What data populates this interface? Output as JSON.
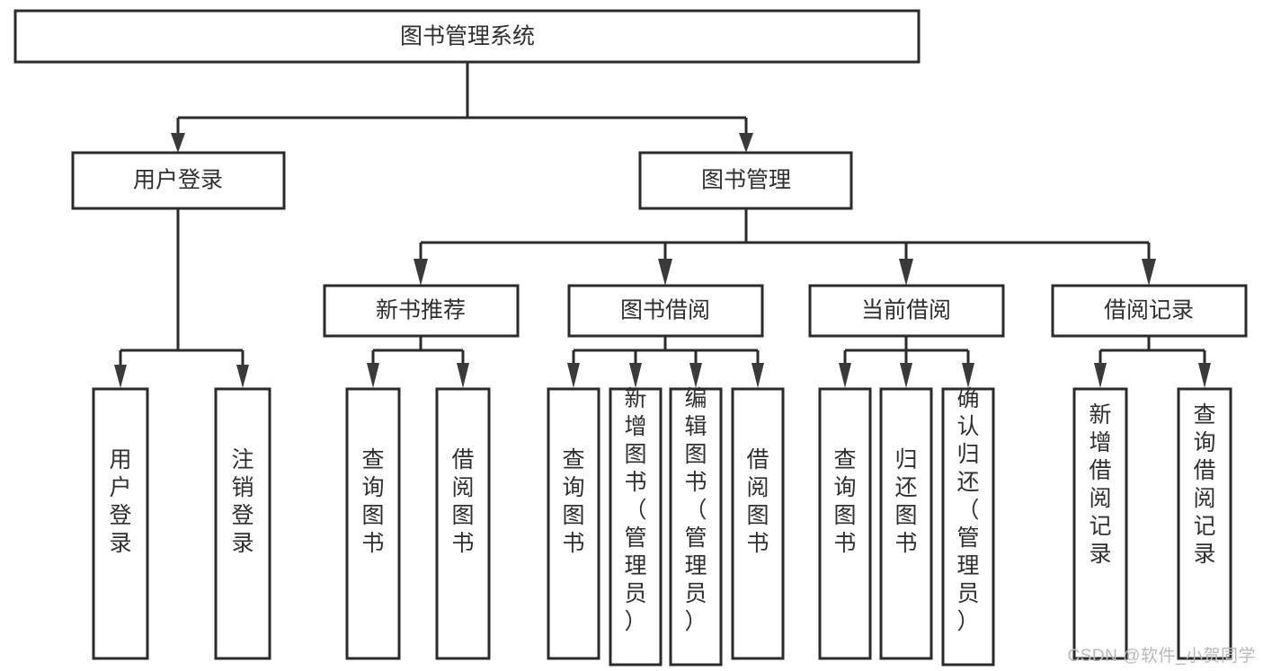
{
  "diagram": {
    "title": "图书管理系统",
    "type": "hierarchy-tree",
    "orientation": "top-down",
    "watermark": "CSDN @软件_小贺同学",
    "colors": {
      "background": "#ffffff",
      "box_fill": "#ffffff",
      "box_stroke": "#2b2b2b",
      "connector": "#2b2b2b",
      "arrow": "#3a3a3a",
      "text": "#2f2f2f",
      "watermark": "#b9b9b9"
    },
    "levels": [
      {
        "level": 1,
        "nodes": [
          {
            "id": "root",
            "label": "图书管理系统",
            "orientation": "horizontal"
          }
        ]
      },
      {
        "level": 2,
        "nodes": [
          {
            "id": "login",
            "label": "用户登录",
            "orientation": "horizontal",
            "parent": "root"
          },
          {
            "id": "bookmgmt",
            "label": "图书管理",
            "orientation": "horizontal",
            "parent": "root"
          }
        ]
      },
      {
        "level": 3,
        "nodes": [
          {
            "id": "newbook",
            "label": "新书推荐",
            "orientation": "horizontal",
            "parent": "bookmgmt"
          },
          {
            "id": "borrow",
            "label": "图书借阅",
            "orientation": "horizontal",
            "parent": "bookmgmt"
          },
          {
            "id": "current",
            "label": "当前借阅",
            "orientation": "horizontal",
            "parent": "bookmgmt"
          },
          {
            "id": "record",
            "label": "借阅记录",
            "orientation": "horizontal",
            "parent": "bookmgmt"
          }
        ]
      },
      {
        "level": 4,
        "nodes": [
          {
            "id": "leaf1",
            "label": "用户登录",
            "orientation": "vertical",
            "parent": "login"
          },
          {
            "id": "leaf2",
            "label": "注销登录",
            "orientation": "vertical",
            "parent": "login"
          },
          {
            "id": "leaf3",
            "label": "查询图书",
            "orientation": "vertical",
            "parent": "newbook"
          },
          {
            "id": "leaf4",
            "label": "借阅图书",
            "orientation": "vertical",
            "parent": "newbook"
          },
          {
            "id": "leaf5",
            "label": "查询图书",
            "orientation": "vertical",
            "parent": "borrow"
          },
          {
            "id": "leaf6",
            "label": "新增图书（管理员）",
            "orientation": "vertical",
            "parent": "borrow"
          },
          {
            "id": "leaf7",
            "label": "编辑图书（管理员）",
            "orientation": "vertical",
            "parent": "borrow"
          },
          {
            "id": "leaf8",
            "label": "借阅图书",
            "orientation": "vertical",
            "parent": "borrow"
          },
          {
            "id": "leaf9",
            "label": "查询图书",
            "orientation": "vertical",
            "parent": "current"
          },
          {
            "id": "leaf10",
            "label": "归还图书",
            "orientation": "vertical",
            "parent": "current"
          },
          {
            "id": "leaf11",
            "label": "确认归还（管理员）",
            "orientation": "vertical",
            "parent": "current"
          },
          {
            "id": "leaf12",
            "label": "新增借阅记录",
            "orientation": "vertical",
            "parent": "record"
          },
          {
            "id": "leaf13",
            "label": "查询借阅记录",
            "orientation": "vertical",
            "parent": "record"
          }
        ]
      }
    ]
  }
}
